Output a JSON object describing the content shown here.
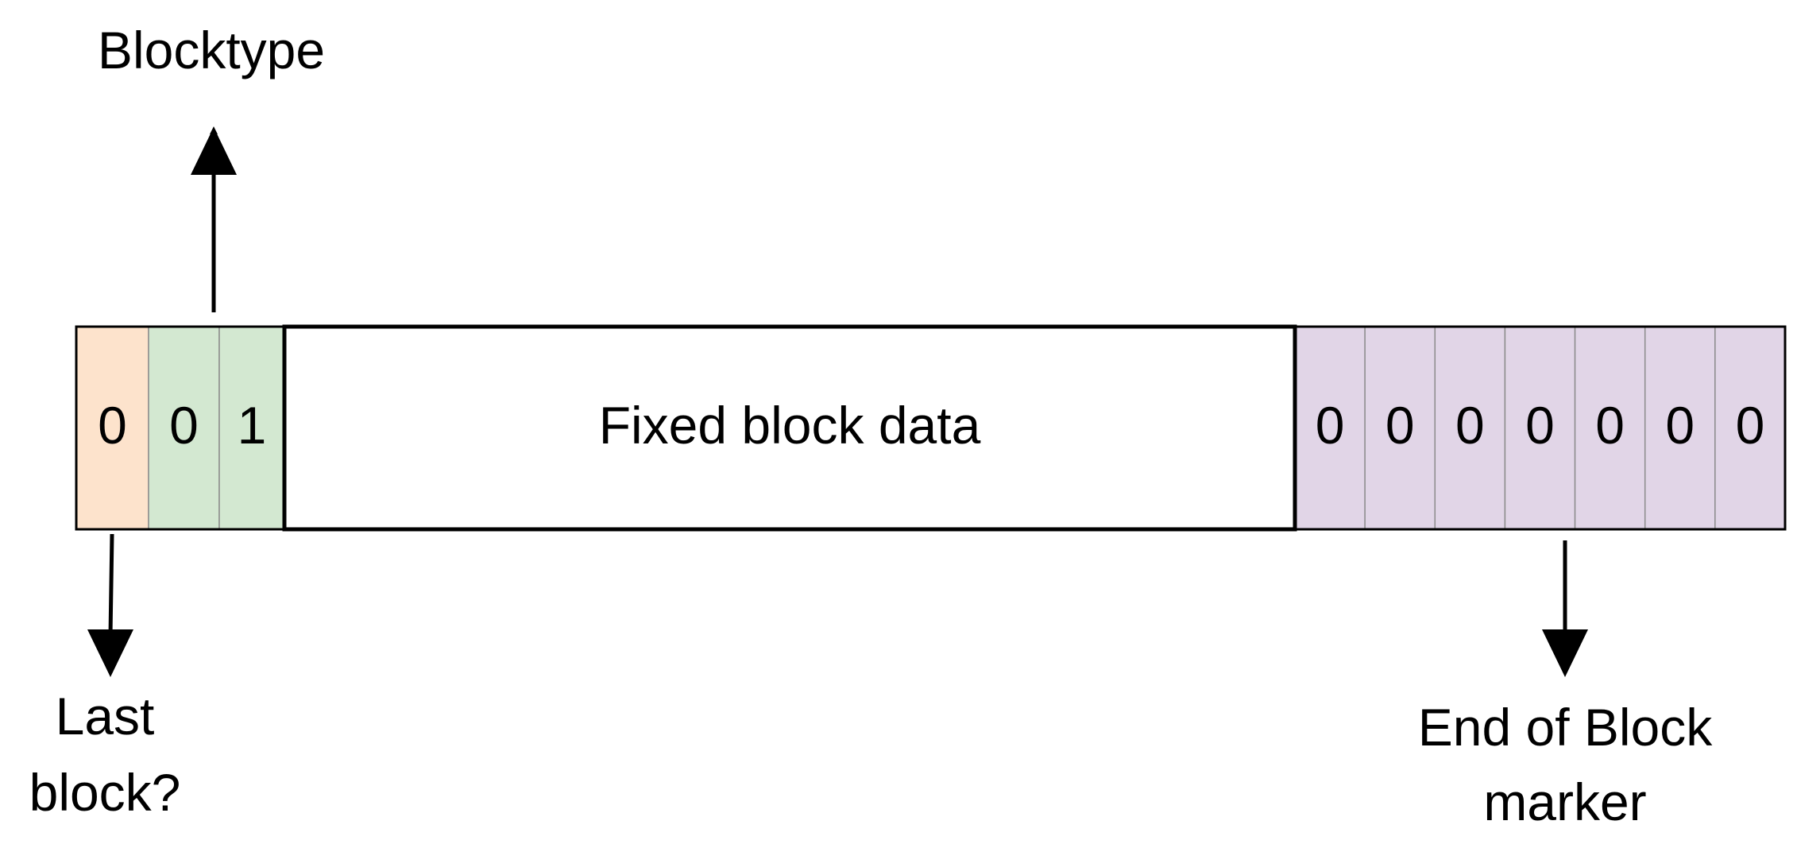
{
  "colors": {
    "last_block": "#fde3cc",
    "blocktype": "#d3e8d1",
    "fixed_data": "#ffffff",
    "eob_marker": "#e1d5e7",
    "outline": "#000000",
    "divider": "#8c8c8c"
  },
  "bits": {
    "last_block": [
      "0"
    ],
    "blocktype": [
      "0",
      "1"
    ],
    "end_of_block": [
      "0",
      "0",
      "0",
      "0",
      "0",
      "0",
      "0"
    ]
  },
  "segments": {
    "fixed_block_data": "Fixed block data"
  },
  "labels": {
    "blocktype": "Blocktype",
    "last_block": [
      "Last",
      "block?"
    ],
    "end_of_block_marker": [
      "End of Block",
      "marker"
    ]
  }
}
